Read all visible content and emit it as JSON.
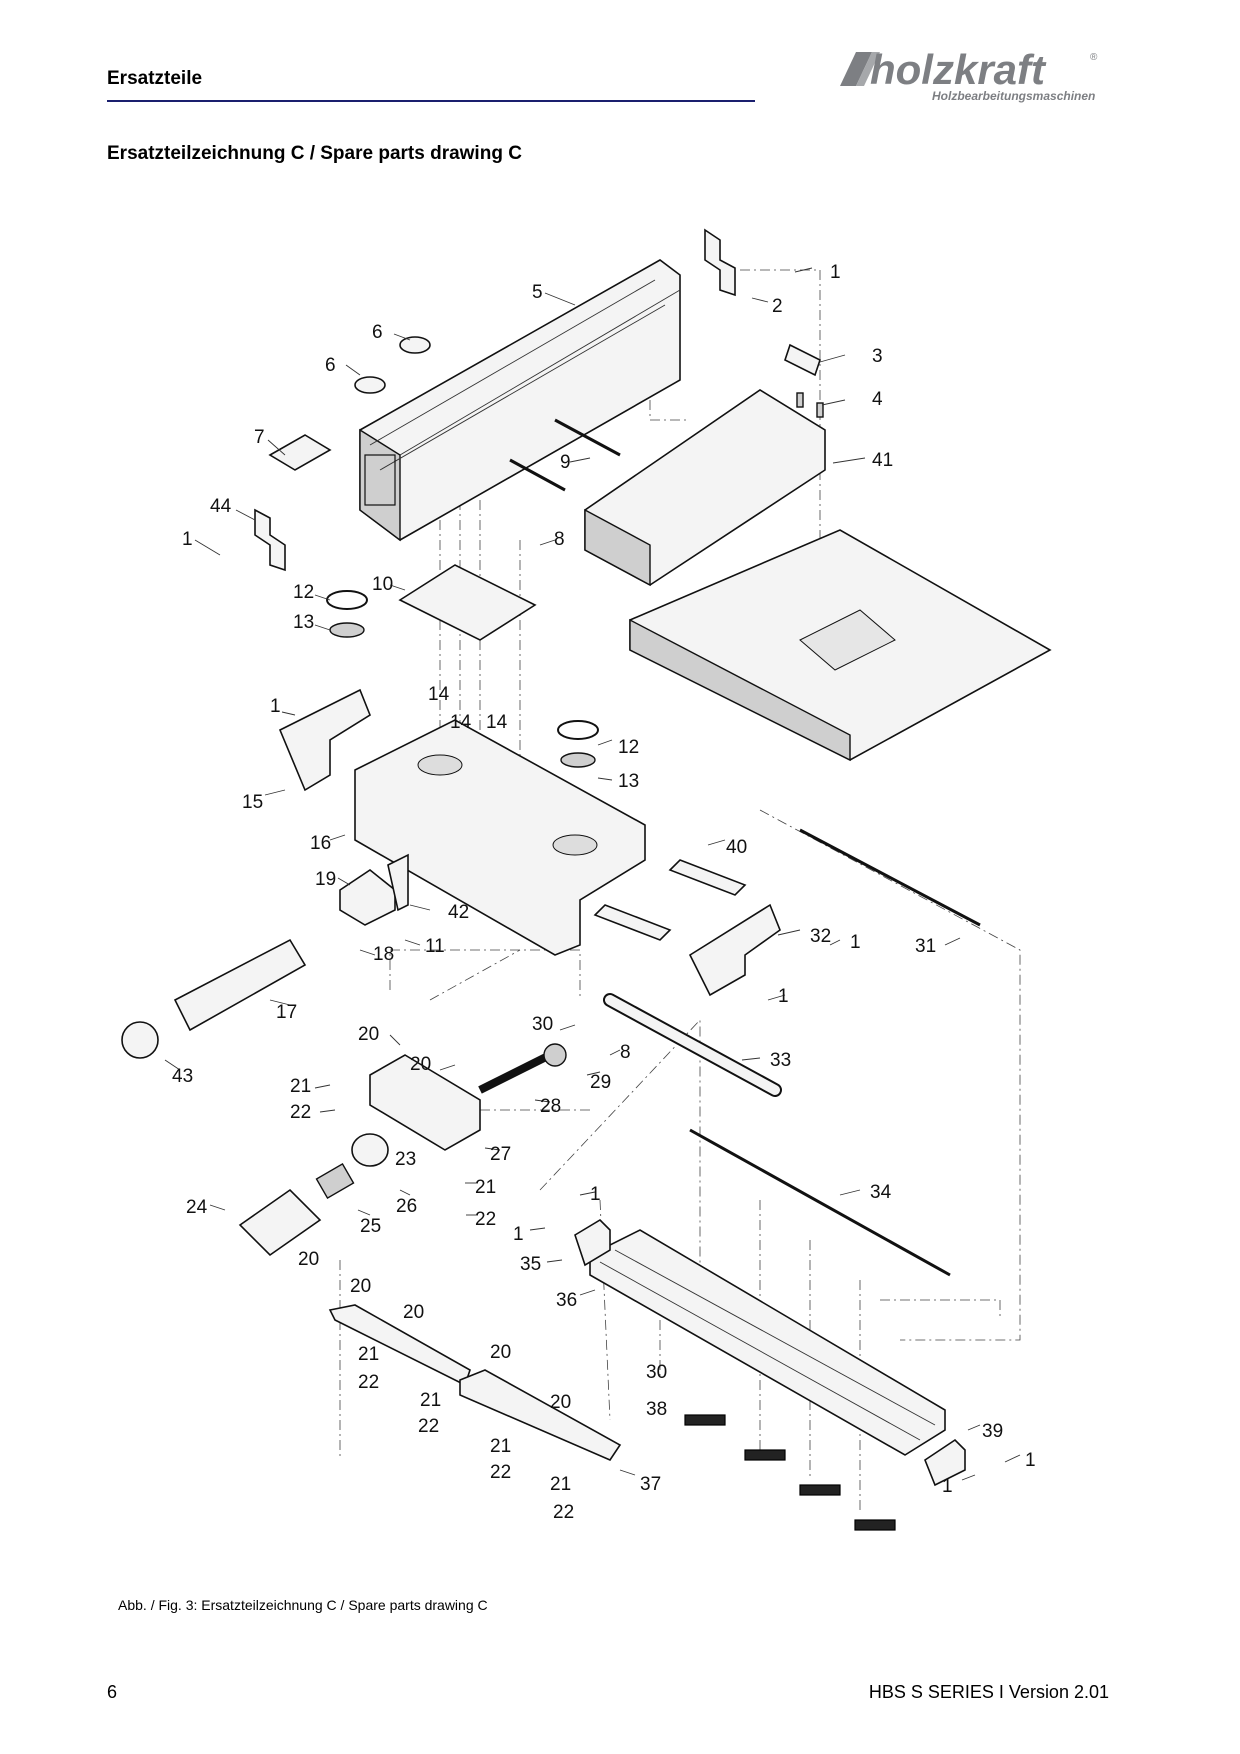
{
  "header": {
    "section_title": "Ersatzteile",
    "logo_text": "holzkraft",
    "logo_tagline": "Holzbearbeitungsmaschinen",
    "logo_registered": "®"
  },
  "document": {
    "heading": "Ersatzteilzeichnung C / Spare parts drawing C",
    "caption": "Abb. / Fig. 3: Ersatzteilzeichnung C / Spare parts drawing C"
  },
  "footer": {
    "page_number": "6",
    "version": "HBS S SERIES I Version 2.01"
  },
  "drawing": {
    "part_labels": [
      "1",
      "2",
      "3",
      "4",
      "5",
      "6",
      "6",
      "7",
      "44",
      "1",
      "9",
      "41",
      "8",
      "10",
      "12",
      "13",
      "1",
      "14",
      "14",
      "14",
      "12",
      "13",
      "15",
      "16",
      "40",
      "19",
      "42",
      "32",
      "1",
      "11",
      "18",
      "31",
      "1",
      "17",
      "43",
      "20",
      "30",
      "8",
      "33",
      "20",
      "29",
      "21",
      "28",
      "22",
      "27",
      "23",
      "21",
      "22",
      "26",
      "24",
      "25",
      "34",
      "1",
      "1",
      "35",
      "36",
      "20",
      "20",
      "20",
      "20",
      "21",
      "22",
      "21",
      "22",
      "20",
      "30",
      "38",
      "21",
      "22",
      "21",
      "22",
      "39",
      "1",
      "1",
      "37"
    ],
    "colors": {
      "line": "#111111",
      "fill": "#f4f4f4",
      "accent_rule": "#1a1f6e"
    }
  }
}
